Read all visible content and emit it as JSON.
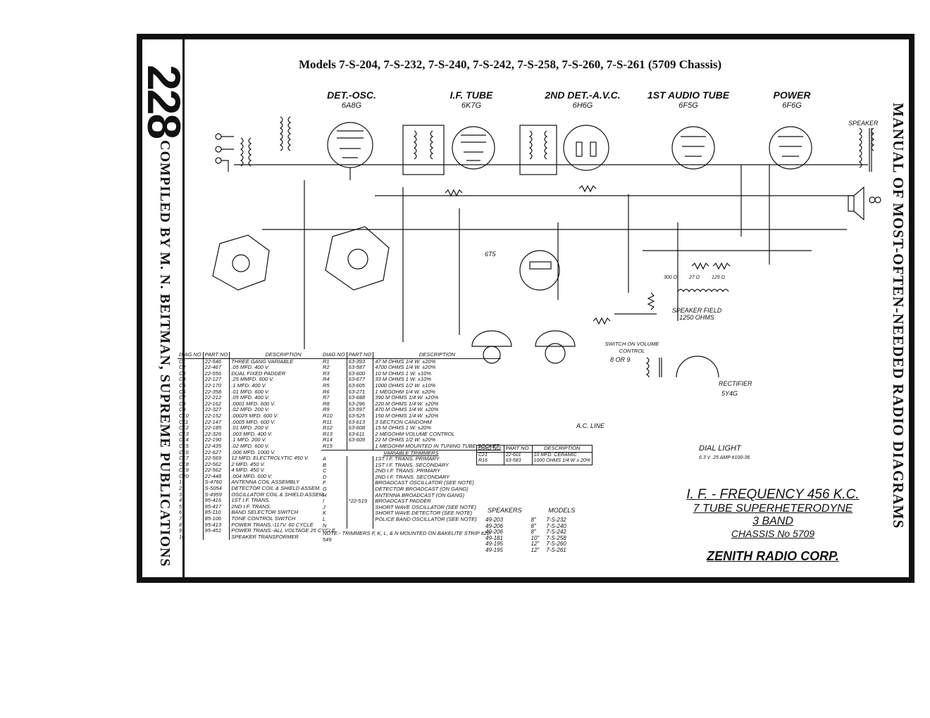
{
  "page_number": "228",
  "compiled_by": "COMPILED BY M. N. BEITMAN, SUPREME PUBLICATIONS",
  "manual_title": "MANUAL OF MOST-OFTEN-NEEDED RADIO DIAGRAMS",
  "models_title": "Models 7-S-204, 7-S-232, 7-S-240, 7-S-242, 7-S-258, 7-S-260, 7-S-261 (5709 Chassis)",
  "tubes": [
    {
      "name": "DET.-OSC.",
      "type": "6A8G"
    },
    {
      "name": "I.F. TUBE",
      "type": "6K7G"
    },
    {
      "name": "2ND DET.-A.V.C.",
      "type": "6H6G"
    },
    {
      "name": "1ST AUDIO TUBE",
      "type": "6F5G"
    },
    {
      "name": "POWER",
      "type": "6F6G"
    }
  ],
  "annotations": {
    "speaker": "SPEAKER",
    "speaker_field": "SPEAKER FIELD 1250 OHMS",
    "switch": "SWITCH ON VOLUME CONTROL",
    "switch_values": "8 OR 9",
    "rectifier": "RECTIFIER",
    "rectifier_type": "5Y4G",
    "ac_line": "A.C. LINE",
    "dial_light": "DIAL LIGHT",
    "dial_light_spec": "6.3 V .25 AMP #100-36",
    "tuning_tube": "6T5",
    "r300": "300 Ω",
    "r27": "27 Ω",
    "r125": "125 Ω"
  },
  "capacitor_table": {
    "headers": [
      "DIAG NO",
      "PART NO",
      "DESCRIPTION"
    ],
    "rows": [
      [
        "C1",
        "22-546",
        "THREE GANG VARIABLE"
      ],
      [
        "C2",
        "22-467",
        ".05 MFD. 400 V."
      ],
      [
        "C3",
        "22-556",
        "DUAL FIXED PADDER"
      ],
      [
        "C4",
        "22-127",
        ".25 MMFD. 600 V."
      ],
      [
        "C5",
        "22-170",
        ".1 MFD. 400 V."
      ],
      [
        "C6",
        "22-358",
        ".01 MFD. 600 V."
      ],
      [
        "C7",
        "22-212",
        ".05 MFD. 400 V."
      ],
      [
        "C8",
        "22-162",
        ".0001 MFD. 600 V."
      ],
      [
        "C9",
        "22-327",
        ".02 MFD. 200 V."
      ],
      [
        "C10",
        "22-152",
        ".00025 MFD. 600 V."
      ],
      [
        "C11",
        "22-147",
        ".0005 MFD. 600 V."
      ],
      [
        "C12",
        "22-185",
        ".01 MFD. 200 V."
      ],
      [
        "C13",
        "22-326",
        ".003 MFD. 400 V."
      ],
      [
        "C14",
        "22-190",
        ".1 MFD. 200 V."
      ],
      [
        "C15",
        "22-435",
        ".02 MFD. 600 V."
      ],
      [
        "C16",
        "22-627",
        ".006 MFD. 1000 V."
      ],
      [
        "C17",
        "22-569",
        "12 MFD. ELECTROLYTIC 450 V."
      ],
      [
        "C18",
        "22-562",
        "2 MFD. 450 V."
      ],
      [
        "C19",
        "22-562",
        "4 MFD. 450 V."
      ],
      [
        "C20",
        "22-448",
        ".004 MFD. 600 V."
      ],
      [
        "1",
        "S-4760",
        "ANTENNA COIL ASSEMBLY"
      ],
      [
        "2",
        "S-5054",
        "DETECTOR COIL & SHIELD ASSEM."
      ],
      [
        "3",
        "S-4959",
        "OSCILLATOR COIL & SHIELD ASSEM."
      ],
      [
        "4",
        "95-416",
        "1ST I.F. TRANS."
      ],
      [
        "5",
        "95-417",
        "2ND I.F. TRANS."
      ],
      [
        "6",
        "85-110",
        "BAND SELECTOR SWITCH"
      ],
      [
        "7",
        "85-106",
        "TONE CONTROL SWITCH"
      ],
      [
        "8",
        "95-413",
        "POWER TRANS.-117V. 60 CYCLE"
      ],
      [
        "9",
        "95-451",
        "POWER TRANS.-ALL VOLTAGE 25 CYCLE"
      ],
      [
        "10",
        "",
        "SPEAKER TRANSFORMER"
      ]
    ]
  },
  "resistor_table": {
    "headers": [
      "DIAG NO",
      "PART NO",
      "DESCRIPTION"
    ],
    "rows": [
      [
        "R1",
        "63-393",
        "47 M OHMS 1/4 W. ±20%"
      ],
      [
        "R2",
        "63-587",
        "4700 OHMS 1/4 W. ±20%"
      ],
      [
        "R3",
        "63-600",
        "10 M OHMS 1 W. ±10%"
      ],
      [
        "R4",
        "63-677",
        "33 M OHMS 1 W. ±10%"
      ],
      [
        "R5",
        "63-605",
        "1000 OHMS 1/2 W. ±10%"
      ],
      [
        "R6",
        "63-271",
        "1 MEGOHM 1/4 W. ±20%"
      ],
      [
        "R7",
        "63-688",
        "390 M OHMS 1/4 W. ±20%"
      ],
      [
        "R8",
        "63-296",
        "220 M OHMS 1/4 W. ±20%"
      ],
      [
        "R9",
        "63-597",
        "470 M OHMS 1/4 W. ±20%"
      ],
      [
        "R10",
        "63-525",
        "150 M OHMS 1/4 W. ±20%"
      ],
      [
        "R11",
        "63-613",
        "3 SECTION CANDOHM"
      ],
      [
        "R12",
        "63-608",
        "15 M OHMS 1 W. ±20%"
      ],
      [
        "R13",
        "63-611",
        "2 MEGOHM VOLUME CONTROL"
      ],
      [
        "R14",
        "63-609",
        "22 M OHMS 1/2 W. ±20%"
      ],
      [
        "R15",
        "",
        "1 MEGOHM MOUNTED IN TUNING TUBE SOCKET"
      ]
    ],
    "trimmer_header": "VARIABLE TRIMMERS",
    "trimmers": [
      [
        "A",
        "",
        "1ST I.F. TRANS. PRIMARY"
      ],
      [
        "B",
        "",
        "1ST I.F. TRANS. SECONDARY"
      ],
      [
        "C",
        "",
        "2ND I.F. TRANS. PRIMARY"
      ],
      [
        "D",
        "",
        "2ND I.F. TRANS. SECONDARY"
      ],
      [
        "F",
        "",
        "BROADCAST OSCILLATOR (SEE NOTE)"
      ],
      [
        "G",
        "",
        "DETECTOR BROADCAST (ON GANG)"
      ],
      [
        "H",
        "",
        "ANTENNA BROADCAST (ON GANG)"
      ],
      [
        "I",
        "*22-519",
        "BROADCAST PADDER"
      ],
      [
        "J",
        "",
        "SHORT WAVE OSCILLATOR (SEE NOTE)"
      ],
      [
        "K",
        "",
        "SHORT WAVE DETECTOR (SEE NOTE)"
      ],
      [
        "L",
        "",
        "POLICE BAND OSCILLATOR (SEE NOTE)"
      ],
      [
        "N",
        "",
        ""
      ]
    ],
    "note": "NOTE:- TRIMMERS F, K, L, & N MOUNTED ON BAKELITE STRIP #22-549"
  },
  "extra_table": {
    "headers": [
      "DIAG NO.",
      "PART NO.",
      "DESCRIPTION"
    ],
    "rows": [
      [
        "C21",
        "22-601",
        "10 MFD. CERAMIC"
      ],
      [
        "R16",
        "63-583",
        "1000 OHMS 1/4 W ± 20%"
      ]
    ]
  },
  "speakers_table": {
    "headers": [
      "SPEAKERS",
      "",
      "MODELS"
    ],
    "rows": [
      [
        "49-203",
        "8\"",
        "7-S-232"
      ],
      [
        "49-206",
        "8\"",
        "7-S-240"
      ],
      [
        "49-206",
        "8\"",
        "7-S-242"
      ],
      [
        "49-181",
        "10\"",
        "7-S-258"
      ],
      [
        "49-195",
        "12\"",
        "7-S-260"
      ],
      [
        "49-195",
        "12\"",
        "7-S-261"
      ]
    ]
  },
  "info": {
    "line1": "I. F. - FREQUENCY 456 K.C.",
    "line2": "7 TUBE SUPERHETERODYNE",
    "line3": "3 BAND",
    "line4": "CHASSIS No 5709",
    "brand": "ZENITH RADIO CORP."
  }
}
